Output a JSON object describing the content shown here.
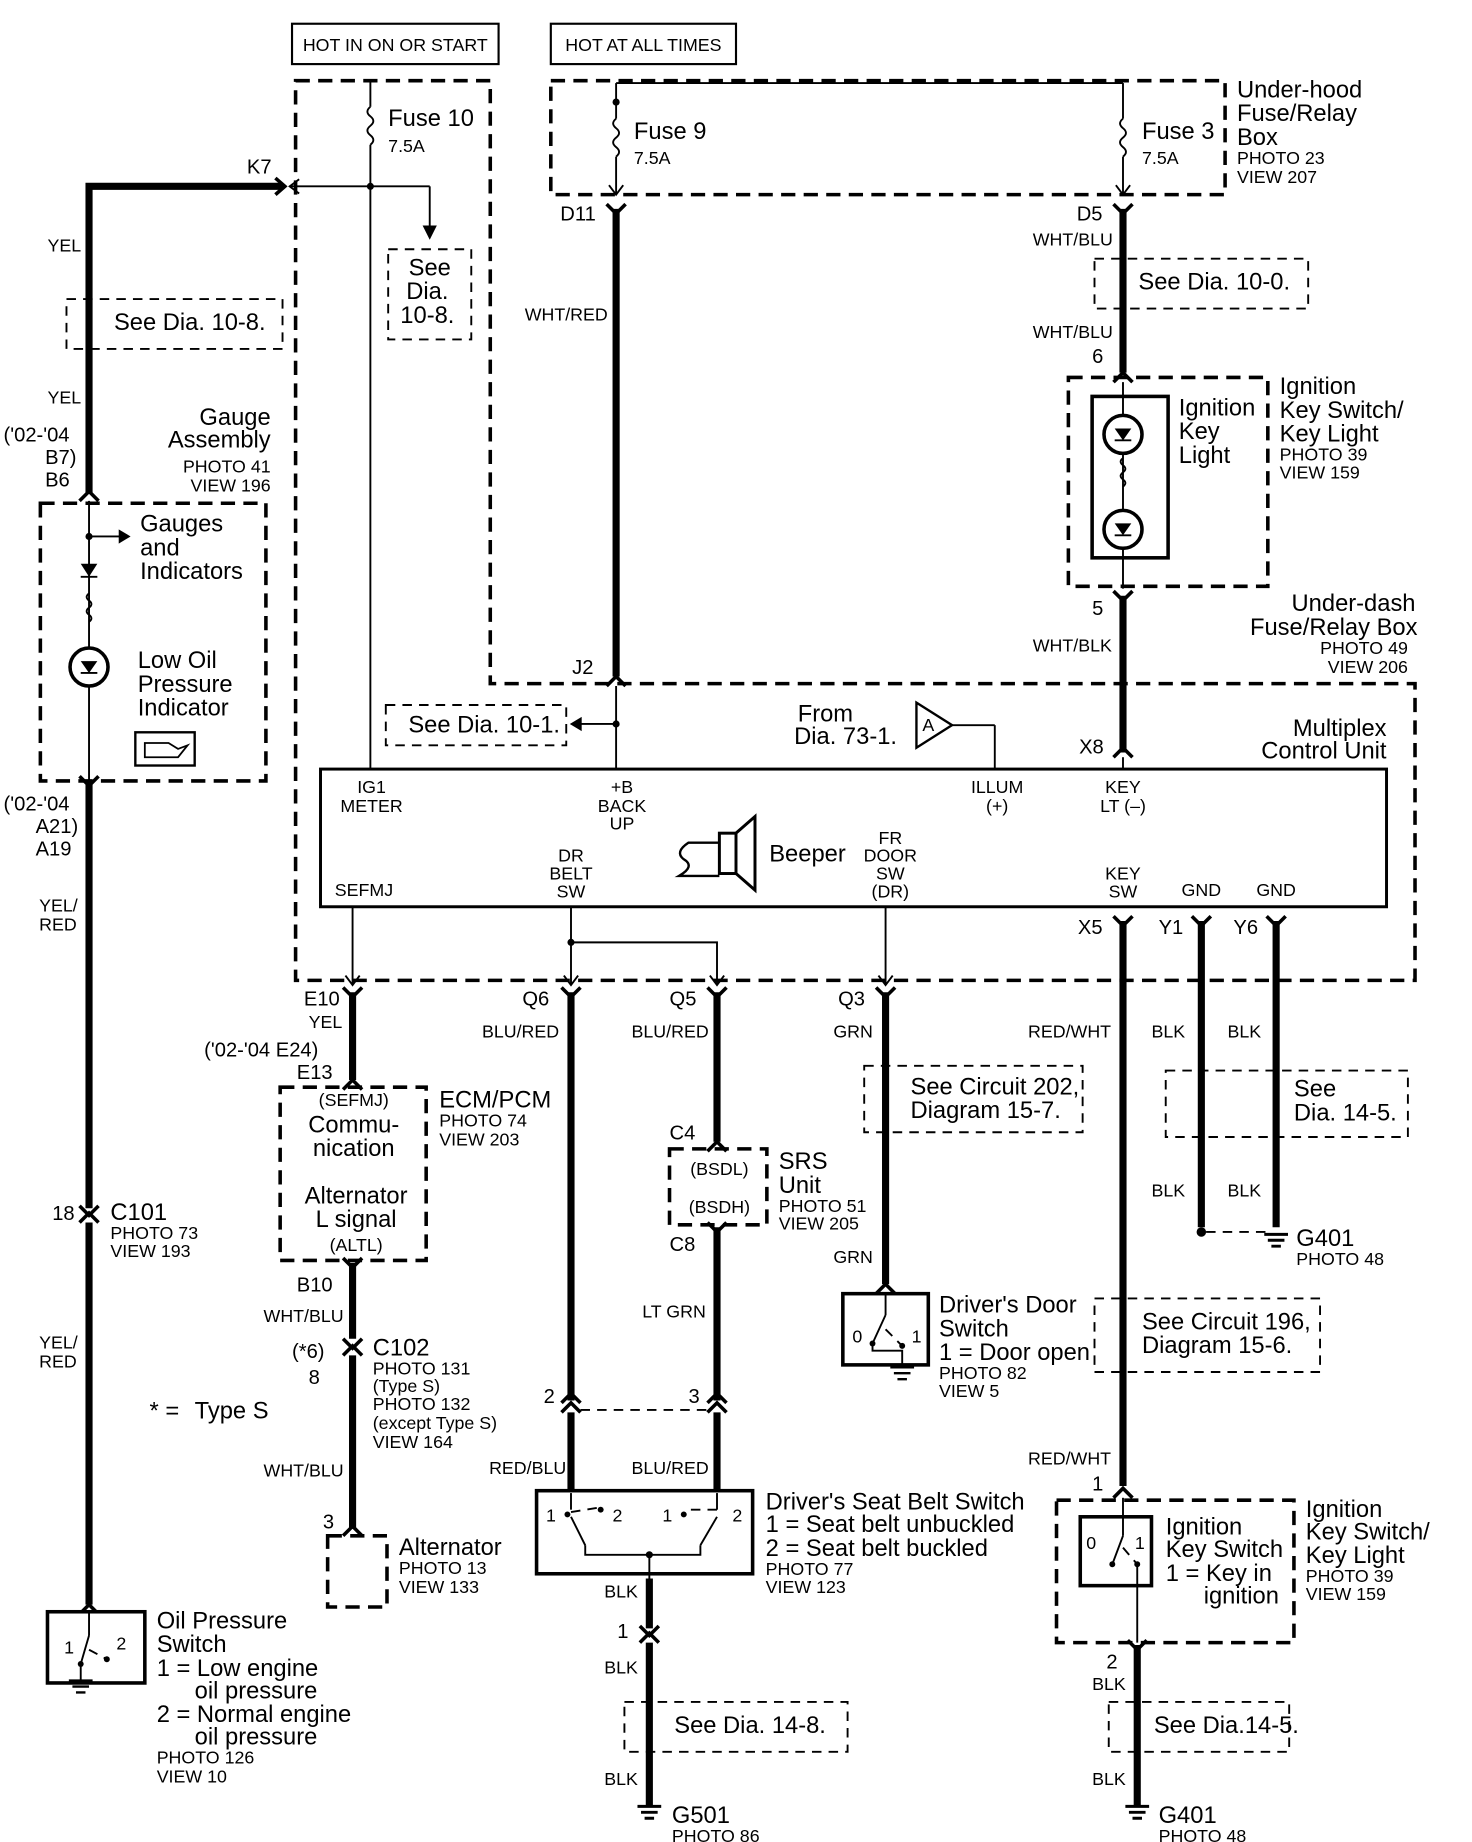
{
  "supply": {
    "hot_on_start": "HOT IN ON OR START",
    "hot_all_times": "HOT AT ALL TIMES"
  },
  "fuses": [
    {
      "name": "Fuse 10",
      "rating": "7.5A"
    },
    {
      "name": "Fuse 9",
      "rating": "7.5A"
    },
    {
      "name": "Fuse 3",
      "rating": "7.5A"
    }
  ],
  "underhood_box": {
    "line1": "Under-hood",
    "line2": "Fuse/Relay",
    "line3": "Box",
    "photo": "PHOTO 23",
    "view": "VIEW 207"
  },
  "underdash_box": {
    "line1": "Under-dash",
    "line2": "Fuse/Relay Box",
    "photo": "PHOTO 49",
    "view": "VIEW 206"
  },
  "terminals": {
    "k7": "K7",
    "d11": "D11",
    "d5": "D5",
    "j2": "J2",
    "x8": "X8",
    "x5": "X5",
    "y1": "Y1",
    "y6": "Y6",
    "e10": "E10",
    "q6": "Q6",
    "q5": "Q5",
    "q3": "Q3",
    "t6": "6",
    "t5": "5",
    "b6_alt": "('02-'04",
    "b6_alt2": "B7)",
    "b6": "B6",
    "a19_alt": "('02-'04",
    "a19_alt2": "A21)",
    "a19": "A19",
    "e13_alt": "('02-'04 E24)",
    "e13": "E13",
    "b10": "B10",
    "c4": "C4",
    "c8": "C8",
    "p2": "2",
    "p3": "3",
    "p1": "1",
    "alt3": "3",
    "ik1": "1",
    "ik2": "2",
    "gnd1": "1",
    "c102_alt": "(*6)",
    "c102_pin": "8",
    "c101_pin": "18"
  },
  "wires": {
    "yel": "YEL",
    "whtred": "WHT/RED",
    "whtblu": "WHT/BLU",
    "whtblk": "WHT/BLK",
    "yelred": "YEL/",
    "red": "RED",
    "blured": "BLU/RED",
    "grn": "GRN",
    "ltgrn": "LT GRN",
    "redwht": "RED/WHT",
    "blk": "BLK",
    "redblu": "RED/BLU"
  },
  "refs": {
    "dia108": "See Dia. 10-8.",
    "see": "See",
    "dia": "Dia.",
    "n108": "10-8.",
    "dia100": "See Dia. 10-0.",
    "dia101": "See Dia. 10-1.",
    "c202a": "See Circuit 202,",
    "c202b": "Diagram 15-7.",
    "dia145a": "See",
    "dia145b": "Dia. 14-5.",
    "c196a": "See Circuit 196,",
    "c196b": "Diagram 15-6.",
    "dia148": "See Dia. 14-8.",
    "dia145c": "See Dia.14-5.",
    "from1": "From",
    "from2": "Dia. 73-1.",
    "from_tag": "A"
  },
  "gauge": {
    "line1": "Gauge",
    "line2": "Assembly",
    "photo": "PHOTO 41",
    "view": "VIEW 196",
    "g1": "Gauges",
    "g2": "and",
    "g3": "Indicators",
    "o1": "Low Oil",
    "o2": "Pressure",
    "o3": "Indicator"
  },
  "mcu": {
    "line1": "Multiplex",
    "line2": "Control Unit",
    "ig1": "IG1",
    "meter": "METER",
    "b1": "+B",
    "b2": "BACK",
    "b3": "UP",
    "illum": "ILLUM",
    "plus": "(+)",
    "key": "KEY",
    "lt": "LT (–)",
    "sefmj": "SEFMJ",
    "dr": "DR",
    "belt": "BELT",
    "sw": "SW",
    "beeper": "Beeper",
    "fr": "FR",
    "door": "DOOR",
    "sw2": "SW",
    "drp": "(DR)",
    "keysw1": "KEY",
    "keysw2": "SW",
    "gnd": "GND",
    "gnd2": "GND"
  },
  "ignition_light": {
    "l1": "Ignition",
    "l2": "Key",
    "l3": "Light",
    "r1": "Ignition",
    "r2": "Key Switch/",
    "r3": "Key Light",
    "photo": "PHOTO 39",
    "view": "VIEW 159"
  },
  "ecm": {
    "title": "ECM/PCM",
    "photo": "PHOTO 74",
    "view": "VIEW 203",
    "sefmj": "(SEFMJ)",
    "c1": "Commu-",
    "c2": "nication",
    "a1": "Alternator",
    "a2": "L signal",
    "altl": "(ALTL)"
  },
  "srs": {
    "title": "SRS",
    "unit": "Unit",
    "photo": "PHOTO 51",
    "view": "VIEW 205",
    "bsdl": "(BSDL)",
    "bsdh": "(BSDH)"
  },
  "door_switch": {
    "l1": "Driver's Door",
    "l2": "Switch",
    "l3": "1 = Door open",
    "photo": "PHOTO 82",
    "view": "VIEW 5",
    "p0": "0",
    "p1": "1"
  },
  "g401a": {
    "name": "G401",
    "photo": "PHOTO 48"
  },
  "c101": {
    "name": "C101",
    "photo": "PHOTO 73",
    "view": "VIEW 193"
  },
  "c102": {
    "name": "C102",
    "photo1": "PHOTO 131",
    "type": "(Type S)",
    "photo2": "PHOTO 132",
    "except": "(except Type S)",
    "view": "VIEW 164"
  },
  "note": {
    "star": "* =",
    "type": "Type S"
  },
  "alternator": {
    "name": "Alternator",
    "photo": "PHOTO 13",
    "view": "VIEW 133"
  },
  "seatbelt": {
    "l1": "Driver's Seat Belt Switch",
    "l2": "1 = Seat belt unbuckled",
    "l3": "2 = Seat belt buckled",
    "photo": "PHOTO 77",
    "view": "VIEW 123",
    "a1": "1",
    "a2": "2",
    "b1": "1",
    "b2": "2"
  },
  "ign_switch": {
    "l1": "Ignition",
    "l2": "Key Switch",
    "l3": "1 = Key in",
    "l4": "ignition",
    "r1": "Ignition",
    "r2": "Key Switch/",
    "r3": "Key Light",
    "photo": "PHOTO 39",
    "view": "VIEW 159",
    "p0": "0",
    "p1": "1"
  },
  "oil_switch": {
    "l1": "Oil Pressure",
    "l2": "Switch",
    "l3": "1 = Low engine",
    "l4": "oil pressure",
    "l5": "2 = Normal engine",
    "l6": "oil pressure",
    "photo": "PHOTO 126",
    "view": "VIEW 10",
    "p1": "1",
    "p2": "2"
  },
  "g501": {
    "name": "G501",
    "photo": "PHOTO 86"
  },
  "g401b": {
    "name": "G401",
    "photo": "PHOTO 48"
  }
}
